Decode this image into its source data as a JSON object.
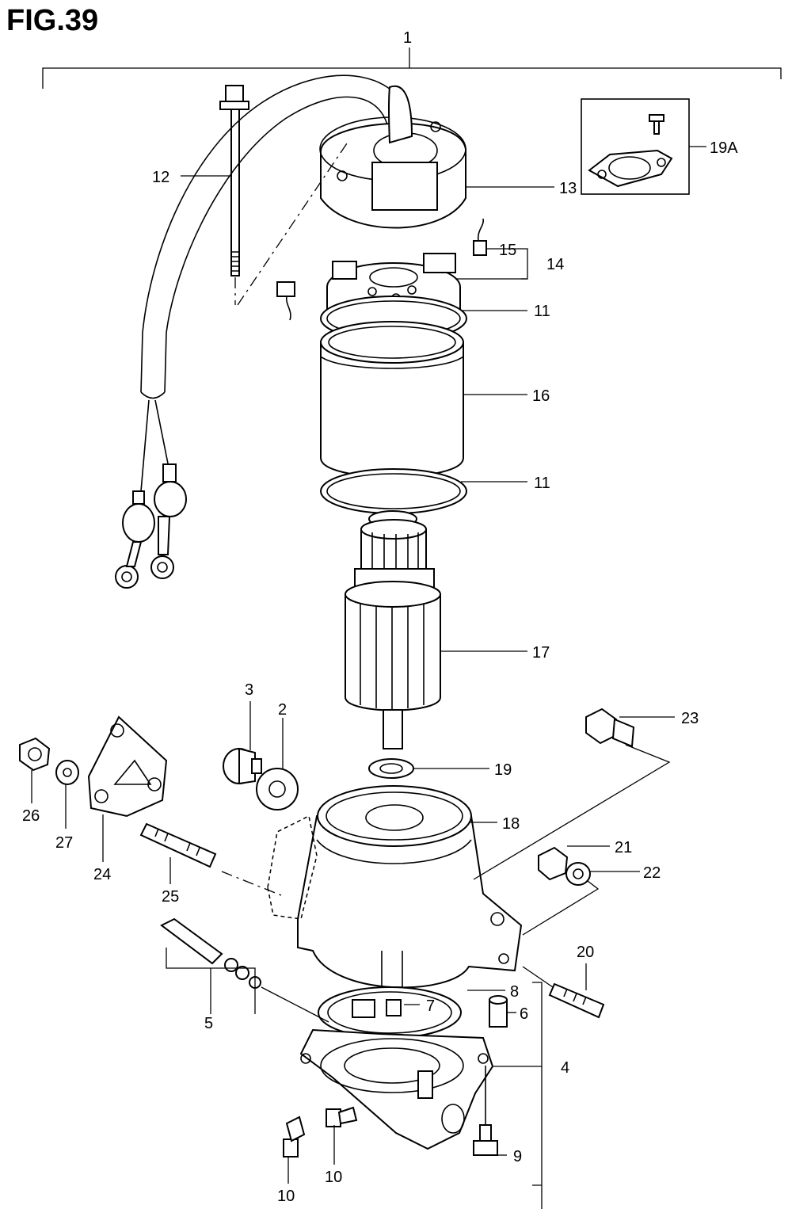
{
  "figure": {
    "title": "FIG.39",
    "callouts": {
      "c1": "1",
      "c2": "2",
      "c3": "3",
      "c4": "4",
      "c5": "5",
      "c6": "6",
      "c7": "7",
      "c8": "8",
      "c9": "9",
      "c10a": "10",
      "c10b": "10",
      "c11a": "11",
      "c11b": "11",
      "c12": "12",
      "c13": "13",
      "c14": "14",
      "c15": "15",
      "c16": "16",
      "c17": "17",
      "c18": "18",
      "c19": "19",
      "c19a": "19A",
      "c20": "20",
      "c21": "21",
      "c22": "22",
      "c23": "23",
      "c24": "24",
      "c25": "25",
      "c26": "26",
      "c27": "27"
    }
  }
}
